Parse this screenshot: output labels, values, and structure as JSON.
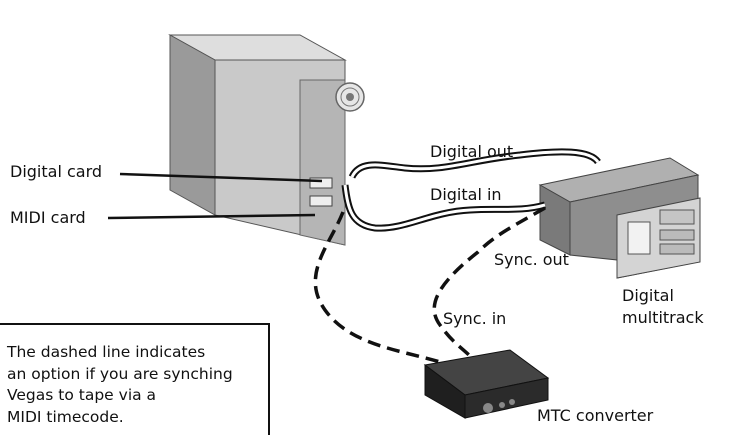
{
  "labels": {
    "digital_card": "Digital card",
    "midi_card": "MIDI card",
    "digital_out": "Digital out",
    "digital_in": "Digital in",
    "sync_out": "Sync. out",
    "sync_in": "Sync. in",
    "digital_multitrack_line1": "Digital",
    "digital_multitrack_line2": "multitrack",
    "mtc_converter": "MTC converter"
  },
  "note": {
    "lines": [
      "The dashed line indicates",
      "an option if you are synching",
      "Vegas to tape via a",
      "MIDI timecode."
    ]
  },
  "colors": {
    "tower_front": "#c9c9c9",
    "tower_side": "#9a9a9a",
    "tower_top": "#dedede",
    "rack_body": "#8a8a8a",
    "rack_panel": "#d4d4d4",
    "converter_body": "#2b2b2b",
    "cable": "#111111"
  },
  "icons": [
    "computer-tower-icon",
    "rack-recorder-icon",
    "converter-box-icon",
    "fan-icon"
  ]
}
